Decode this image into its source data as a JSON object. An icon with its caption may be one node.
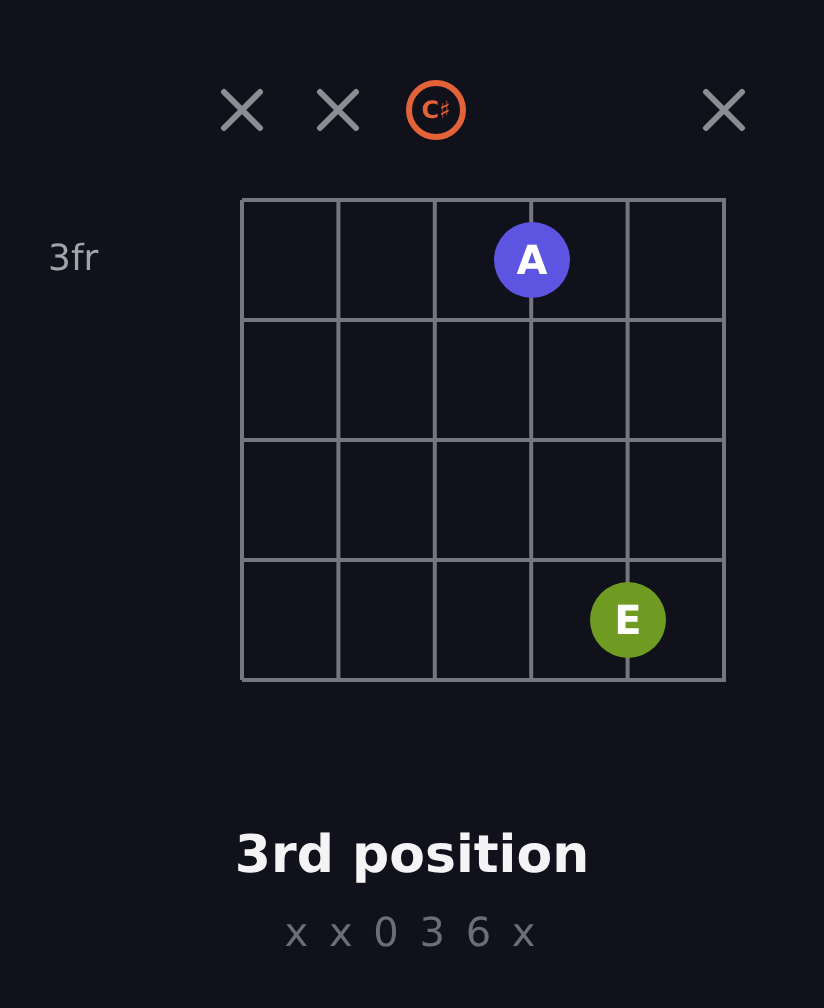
{
  "diagram": {
    "caption": "3rd position",
    "nodes": [
      {
        "text": [
          "C♯"
        ]
      },
      {
        "text": [
          "A"
        ]
      },
      {
        "text": [
          "E"
        ]
      }
    ],
    "labels": [
      "3fr",
      "x x 0 3 6 x"
    ]
  }
}
